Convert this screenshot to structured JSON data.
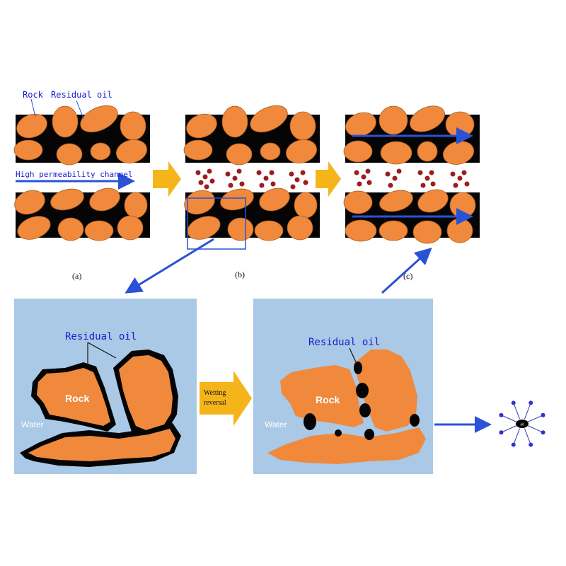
{
  "colors": {
    "rock": "#f0893b",
    "oil": "#050505",
    "water": "#a9c9e6",
    "arrow_blue": "#2a52d6",
    "arrow_yellow": "#f5b51a",
    "particle": "#9e1b1f",
    "label_blue": "#1a1acc"
  },
  "top": {
    "label_rock": "Rock",
    "label_residual_oil": "Residual oil",
    "label_channel": "High permeability channel",
    "caption_a": "(a)",
    "caption_b": "(b)",
    "caption_c": "(c)"
  },
  "bottom_left": {
    "residual_oil_label": "Residual oil",
    "rock_label": "Rock",
    "water_label": "Water"
  },
  "middle_arrow": {
    "line1": "Wetting",
    "line2": "reversal"
  },
  "bottom_right": {
    "residual_oil_label": "Residual oil",
    "rock_label": "Rock",
    "water_label": "Water"
  },
  "molecule": {
    "center_label": "oil",
    "arm_count": 8
  }
}
